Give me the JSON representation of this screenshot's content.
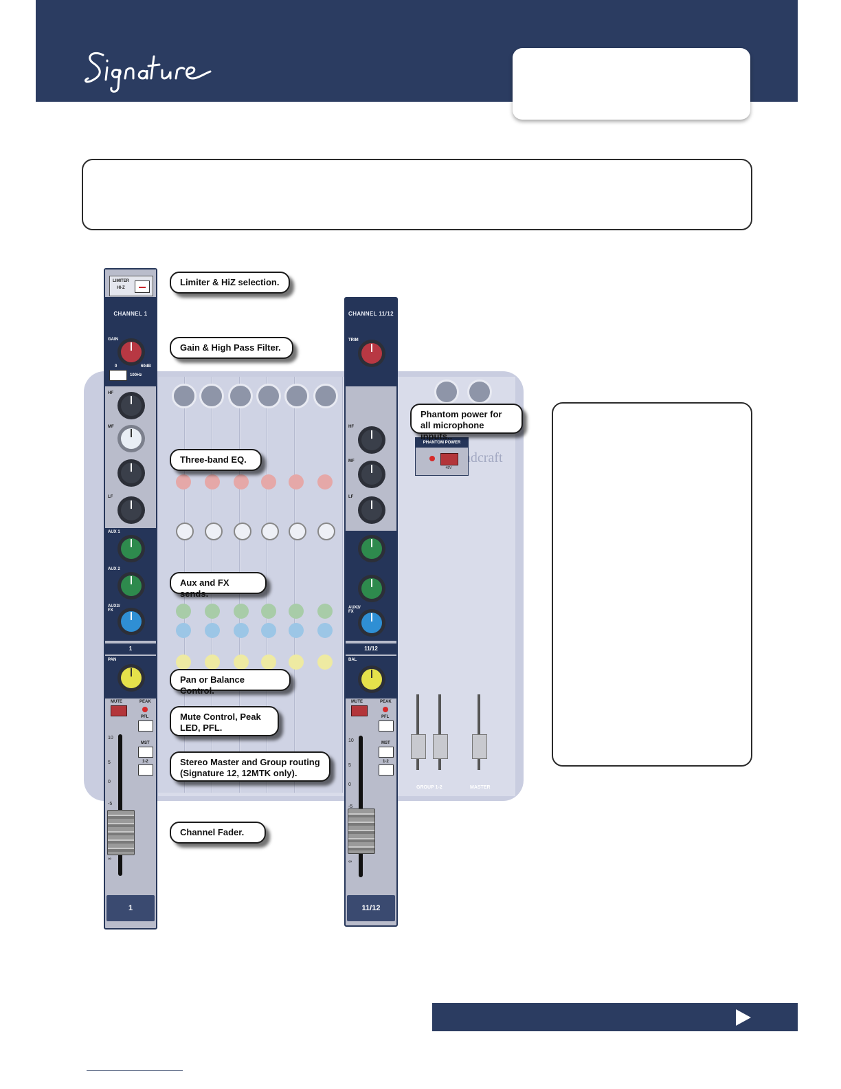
{
  "header": {
    "logo_text": "Signature"
  },
  "callouts": {
    "limiter": "Limiter & HiZ selection.",
    "gain": "Gain & High Pass Filter.",
    "phantom": "Phantom power for all microphone inputs..",
    "eq": "Three-band EQ.",
    "aux": "Aux and FX sends.",
    "pan": "Pan or Balance Control.",
    "mute": "Mute Control, Peak LED, PFL.",
    "routing": "Stereo Master and Group routing (Signature 12, 12MTK only).",
    "fader": "Channel Fader."
  },
  "strip1": {
    "limiter_label": "LIMITER",
    "hiz_label": "HI-Z",
    "channel_label": "CHANNEL 1",
    "gain_label": "GAIN",
    "gain_min": "0",
    "gain_max": "60dB",
    "hpf_label": "100Hz",
    "hf_label": "HF",
    "mf_label": "MF",
    "lf_label": "LF",
    "aux1_label": "AUX 1",
    "aux2_label": "AUX 2",
    "aux3_label": "AUX3/ FX",
    "number": "1",
    "pan_label": "PAN",
    "mute_label": "MUTE",
    "peak_label": "PEAK",
    "pfl_label": "PFL",
    "mst_label": "MST",
    "group_label": "1-2",
    "scale": [
      "10",
      "5",
      "0",
      "-5",
      "∞"
    ],
    "footer": "1"
  },
  "strip2": {
    "channel_label": "CHANNEL 11/12",
    "trim_label": "TRIM",
    "hf_label": "HF",
    "mf_label": "MF",
    "lf_label": "LF",
    "aux3_label": "AUX3/ FX",
    "number": "11/12",
    "bal_label": "BAL",
    "mute_label": "MUTE",
    "peak_label": "PEAK",
    "pfl_label": "PFL",
    "mst_label": "MST",
    "group_label": "1-2",
    "scale": [
      "10",
      "5",
      "0",
      "-5",
      "∞"
    ],
    "footer": "11/12"
  },
  "phantom_panel": {
    "title": "PHANTOM POWER",
    "value": "48V"
  },
  "mixer": {
    "group_label": "GROUP 1-2",
    "master_label": "MASTER",
    "brand_fragment": "adcraft"
  },
  "colors": {
    "header_blue": "#2b3c61",
    "gain_knob": "#b83843",
    "eq_knob": "#3a3f4a",
    "mf_knob": "#e9eef5",
    "aux_knob": "#2e8a4d",
    "fx_knob": "#2f8fd4",
    "pan_knob": "#e5e14b"
  }
}
